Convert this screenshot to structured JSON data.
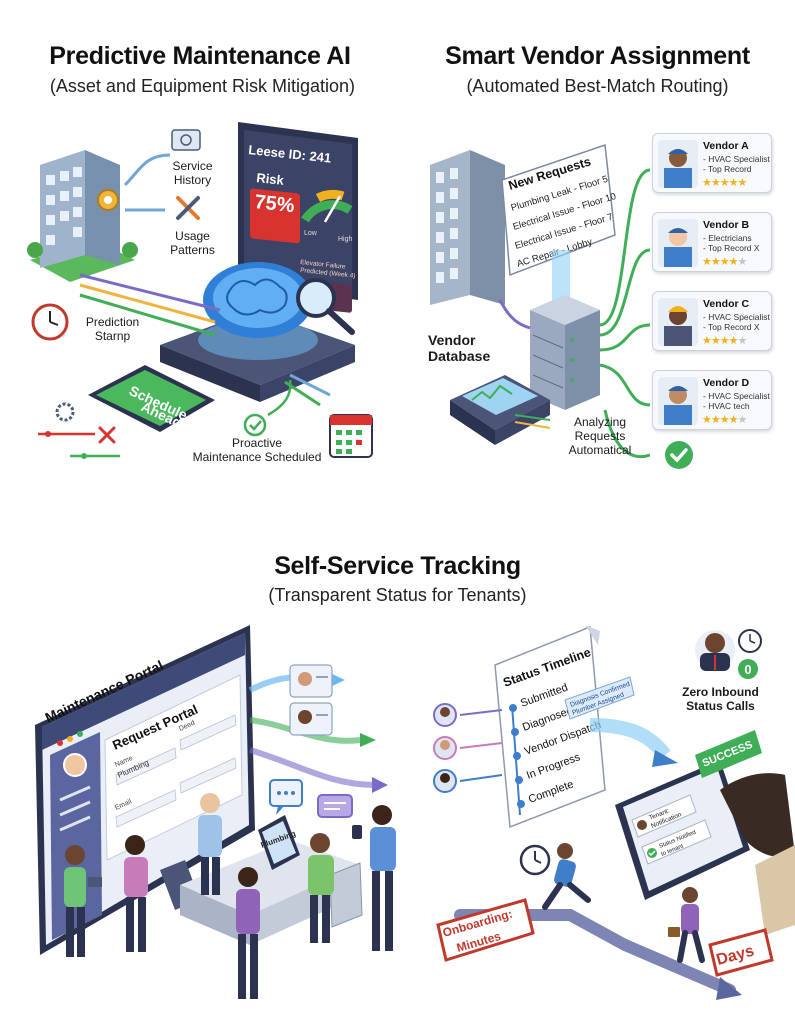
{
  "panel1": {
    "title": "Predictive Maintenance AI",
    "subtitle": "(Asset and Equipment Risk Mitigation)",
    "service_history": "Service\nHistory",
    "usage_patterns": "Usage\nPatterns",
    "prediction_stamp": "Prediction\nStarnp",
    "monitor_lease": "Leese ID: 241",
    "monitor_risk_label": "Risk",
    "monitor_risk_value": "75%",
    "gauge_low": "Low",
    "gauge_high": "High",
    "monitor_alert": "Elevator Failure Predicted (Week 4)",
    "schedule_ahead": "Schedule Ahead",
    "proactive": "Proactive\nMaintenance Scheduled",
    "risk_percent": 75
  },
  "panel2": {
    "title": "Smart Vendor Assignment",
    "subtitle": "(Automated Best-Match Routing)",
    "requests_title": "New Requests",
    "requests": [
      "Plumbing Leak - Floor 5",
      "Electrical Issue - Floor 10",
      "Electrical Issue - Floor 7",
      "AC Repair - Lobby"
    ],
    "vendor_database": "Vendor\nDatabase",
    "analyzing": "Analyzing\nRequests\nAutomatical",
    "vendors": [
      {
        "name": "Vendor A",
        "lines": [
          "- HVAC Specialist",
          "- Top Record"
        ],
        "rating": 5
      },
      {
        "name": "Vendor B",
        "lines": [
          "- Electricians",
          "- Top Record X"
        ],
        "rating": 4
      },
      {
        "name": "Vendor C",
        "lines": [
          "- HVAC Specialist",
          "- Top Record X"
        ],
        "rating": 4
      },
      {
        "name": "Vendor D",
        "lines": [
          "- HVAC Specialist",
          "- HVAC tech"
        ],
        "rating": 4
      }
    ]
  },
  "panel3": {
    "title": "Self-Service Tracking",
    "subtitle": "(Transparent Status for Tenants)",
    "portal_title": "Maintenance Portal",
    "request_portal": "Request Portal",
    "field_name": "Name",
    "field_name_value": "Plumbing",
    "field_email": "Email",
    "field_deed": "Deed",
    "laptop_text": "Plumbing",
    "timeline_title": "Status Timeline",
    "timeline_steps": [
      "Submitted",
      "Diagnosed",
      "Vendor Dispatch",
      "In Progress",
      "Complete"
    ],
    "diagnosis_note": "Diagnosis Confirmed Plumber Assigned",
    "zero_calls": "Zero Inbound\nStatus Calls",
    "zero_badge": "0",
    "success": "SUCCESS",
    "notification_1": "Tenant: Notification",
    "notification_2": "Status Notified to tenant",
    "onboarding": "Onboarding:\nMinutes",
    "days": "Days"
  },
  "colors": {
    "blue": "#3f7ec8",
    "green": "#3fae57",
    "purple": "#7a6cc6",
    "dark": "#2c3350",
    "red": "#d8342f"
  }
}
